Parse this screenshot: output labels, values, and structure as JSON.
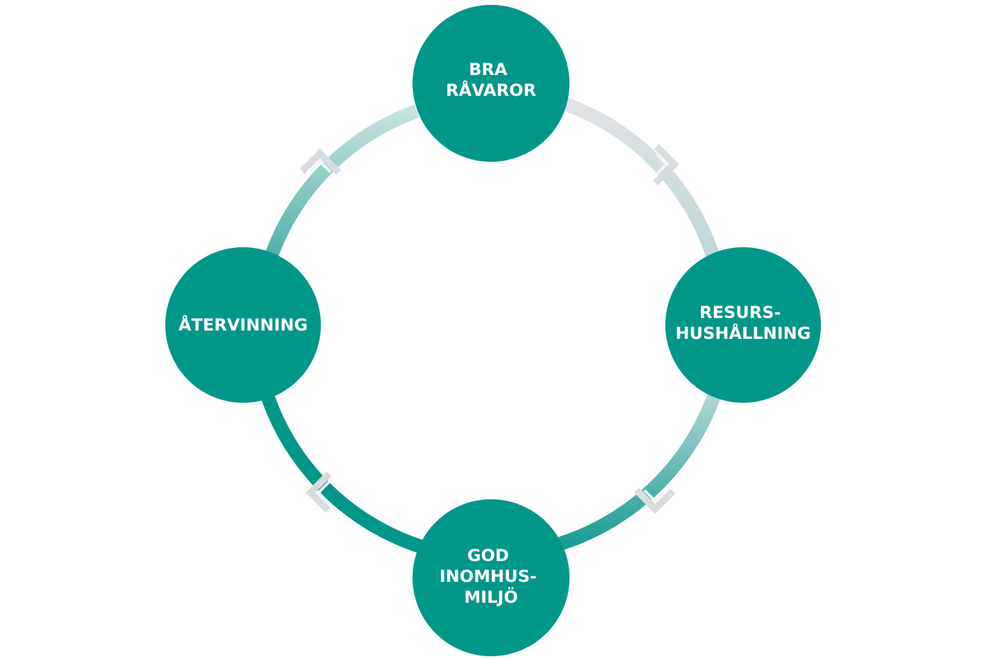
{
  "colors": {
    "node_fill": "#009688",
    "ring_dark": "#009688",
    "ring_light": "#dfe3e4",
    "arrow_marker": "#d9dcdf"
  },
  "nodes": [
    {
      "id": "bra-ravaror",
      "lines": [
        "BRA",
        "RÅVAROR"
      ]
    },
    {
      "id": "resurshushallning",
      "lines": [
        "RESURS-",
        "HUSHÅLLNING"
      ]
    },
    {
      "id": "god-inomhusmiljo",
      "lines": [
        "GOD",
        "INOMHUS-",
        "MILJÖ"
      ]
    },
    {
      "id": "atervinning",
      "lines": [
        "ÅTERVINNING"
      ]
    }
  ],
  "arrows": [
    {
      "icon": "arrow-down-right-icon"
    },
    {
      "icon": "arrow-down-left-icon"
    },
    {
      "icon": "arrow-up-left-icon"
    },
    {
      "icon": "arrow-up-right-icon"
    }
  ]
}
